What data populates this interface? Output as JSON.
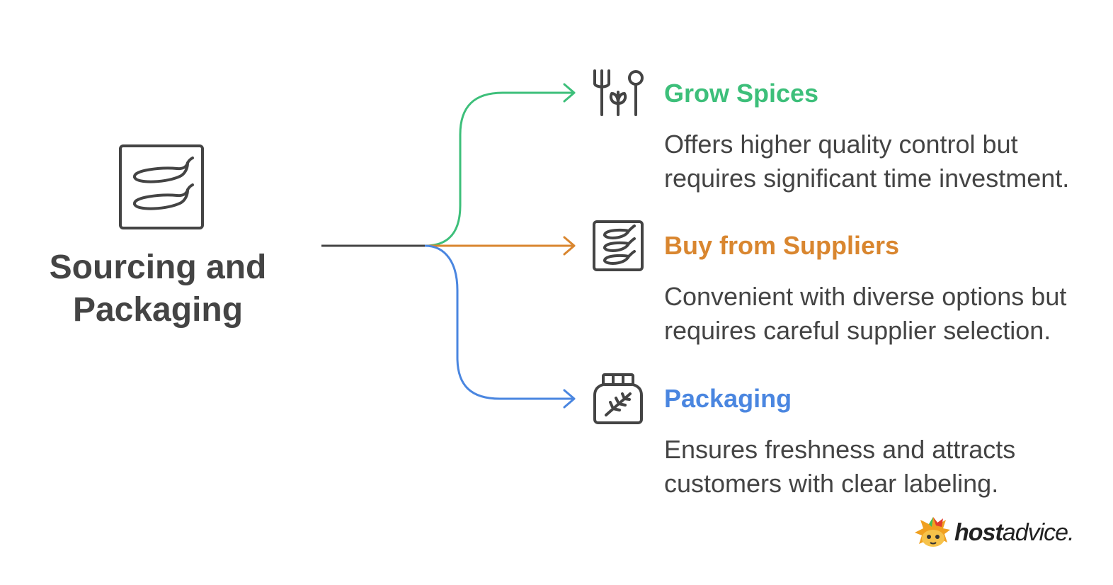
{
  "center": {
    "title": "Sourcing and Packaging",
    "icon": "chili-peppers-box-icon"
  },
  "branches": [
    {
      "title": "Grow Spices",
      "description": "Offers higher quality control but requires significant time investment.",
      "color": "#3dbf7a",
      "icon": "fork-plant-spoon-icon"
    },
    {
      "title": "Buy from Suppliers",
      "description": "Convenient with diverse options but requires careful supplier selection.",
      "color": "#d9862f",
      "icon": "peppers-box-icon"
    },
    {
      "title": "Packaging",
      "description": "Ensures freshness and attracts customers with clear labeling.",
      "color": "#4a86e0",
      "icon": "herb-jar-icon"
    }
  ],
  "colors": {
    "text": "#444444",
    "trunk": "#444444"
  },
  "logo": {
    "brand_bold": "host",
    "brand_light": "advice."
  }
}
